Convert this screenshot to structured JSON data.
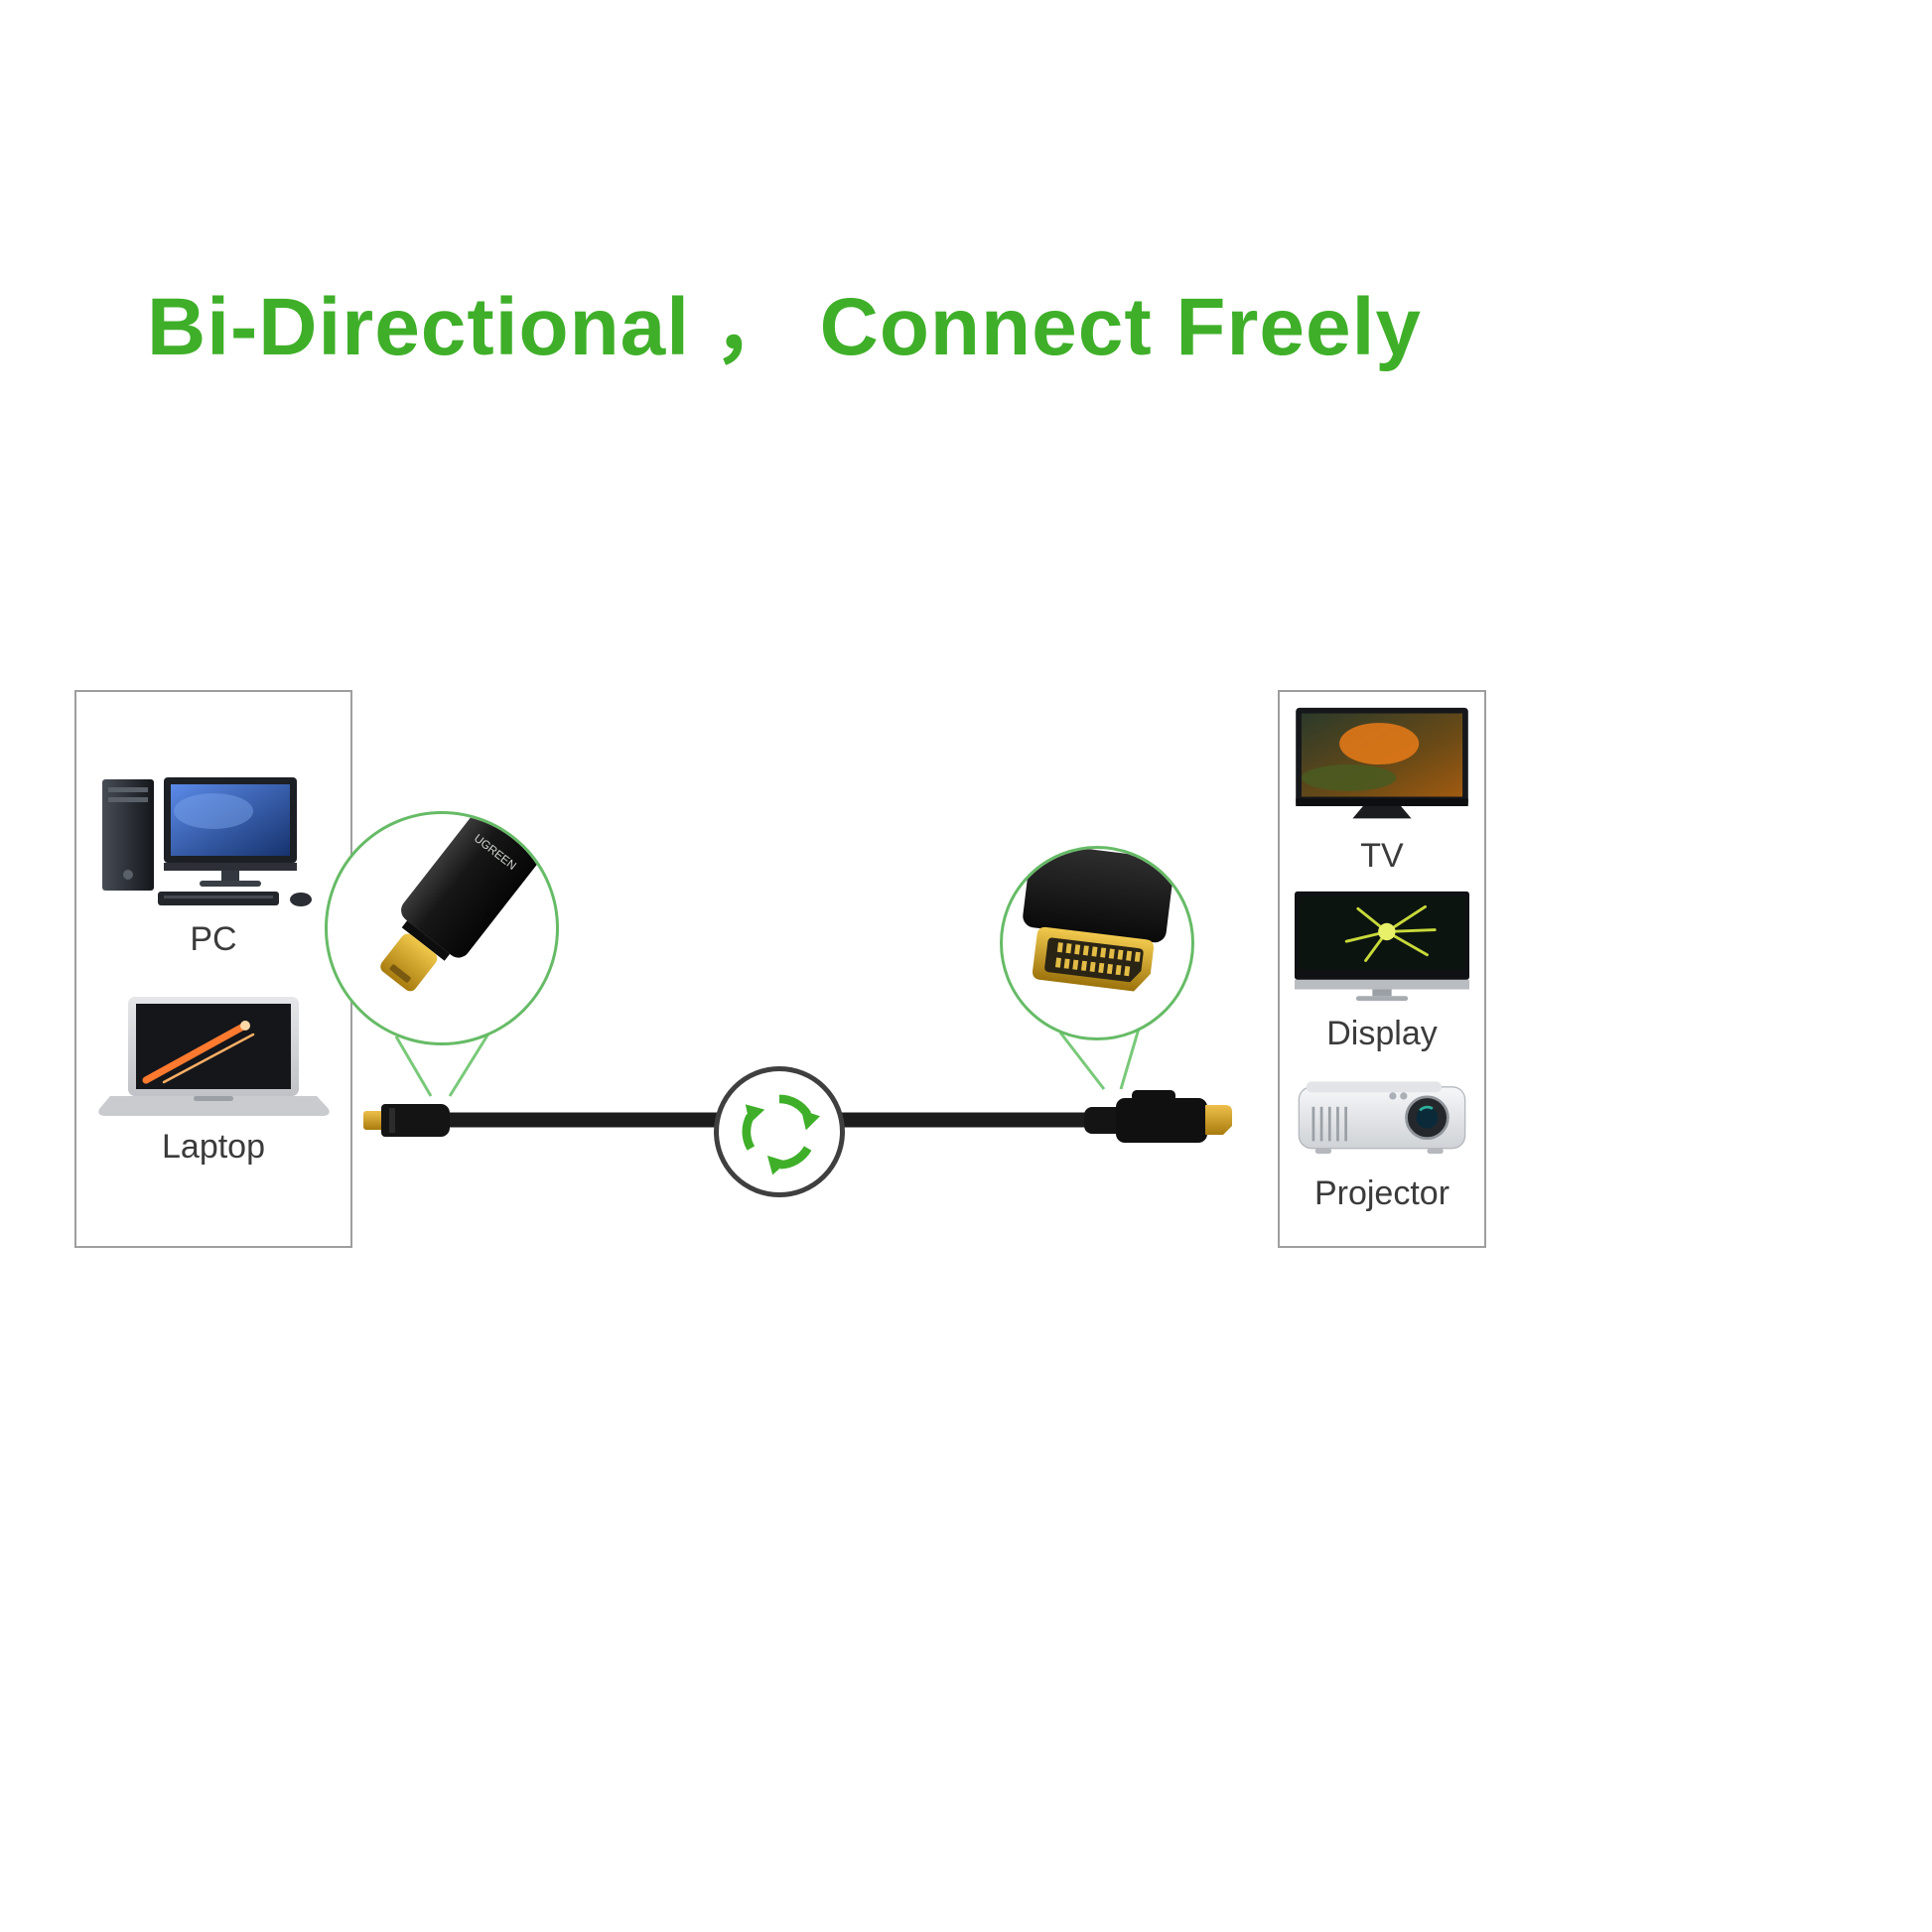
{
  "page": {
    "title": "Bi-Directional ，  Connect Freely"
  },
  "left_panel": {
    "items": [
      {
        "label": "PC"
      },
      {
        "label": "Laptop"
      }
    ]
  },
  "right_panel": {
    "items": [
      {
        "label": "TV"
      },
      {
        "label": "Display"
      },
      {
        "label": "Projector"
      }
    ]
  },
  "center": {
    "left_connector": "mini-displayport-plug",
    "right_connector": "displayport-plug",
    "connector_brand": "UGREEN",
    "arrows_icon": "bidirectional-cycle-arrows"
  },
  "colors": {
    "accent_green": "#3faf29",
    "callout_green": "#66bb66",
    "label_gray": "#3b3b3b",
    "cable_black": "#141414",
    "gold": "#d4a017"
  }
}
